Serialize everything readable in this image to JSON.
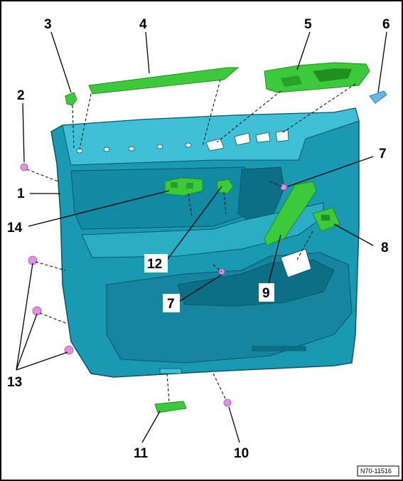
{
  "callouts": {
    "c1": "1",
    "c2": "2",
    "c3": "3",
    "c4": "4",
    "c5": "5",
    "c6": "6",
    "c7a": "7",
    "c7b": "7",
    "c8": "8",
    "c9": "9",
    "c10": "10",
    "c11": "11",
    "c12": "12",
    "c13": "13",
    "c14": "14"
  },
  "figure_code": "N70-11516",
  "colors": {
    "panel": "#1a99b3",
    "panel_dark": "#0d6f86",
    "panel_light": "#3fc0d6",
    "part_green": "#3cc93c",
    "part_green_dark": "#1f8f1f",
    "clip_pink": "#e48fe4",
    "clip_blue": "#66b8e6"
  }
}
